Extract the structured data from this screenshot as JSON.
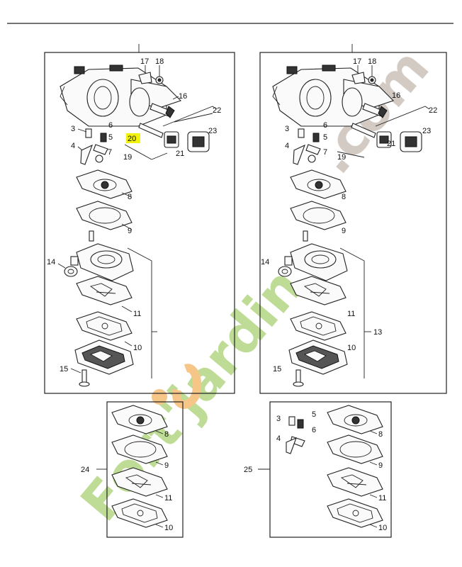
{
  "watermark": {
    "text": "Fort'jardin.com",
    "color_green": "#b7d98a",
    "color_orange": "#f4c07a",
    "color_grey": "#cfc6bd"
  },
  "highlight_color": "#f2f20f",
  "highlighted_label": "20",
  "panel_left": {
    "callouts": {
      "n17": "17",
      "n18": "18",
      "n16": "16",
      "n22": "22",
      "n3": "3",
      "n6": "6",
      "n5": "5",
      "n4": "4",
      "n7": "7",
      "n20": "20",
      "n19": "19",
      "n21": "21",
      "n23": "23",
      "n8": "8",
      "n9": "9",
      "n14": "14",
      "n11": "11",
      "n10": "10",
      "n15": "15"
    }
  },
  "panel_right": {
    "callouts": {
      "n17": "17",
      "n18": "18",
      "n16": "16",
      "n22": "22",
      "n3": "3",
      "n6": "6",
      "n5": "5",
      "n4": "4",
      "n7": "7",
      "n19": "19",
      "n21": "21",
      "n23": "23",
      "n8": "8",
      "n9": "9",
      "n14": "14",
      "n11": "11",
      "n13": "13",
      "n10": "10",
      "n15": "15"
    }
  },
  "kit_24": {
    "label": "24",
    "items": [
      "8",
      "9",
      "11",
      "10"
    ]
  },
  "kit_25": {
    "label": "25",
    "items": [
      "3",
      "5",
      "4",
      "6",
      "8",
      "9",
      "11",
      "10"
    ]
  }
}
